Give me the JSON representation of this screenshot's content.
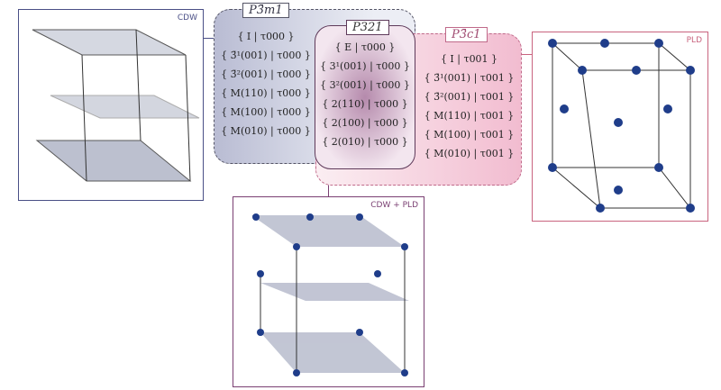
{
  "panels": {
    "cdw": "CDW",
    "pld": "PLD",
    "combined": "CDW + PLD"
  },
  "groups": [
    {
      "title": "P3̄m1",
      "ops": [
        "{ I | τ000 }",
        "{ 3̄¹(001) | τ000 }",
        "{ 3̄²(001) | τ000 }",
        "{ M(110) | τ000 }",
        "{ M(100) | τ000 }",
        "{ M(010) | τ000 }"
      ]
    },
    {
      "title": "P321",
      "ops": [
        "{ E | τ000 }",
        "{ 3¹(001) | τ000 }",
        "{ 3²(001) | τ000 }",
        "{ 2(110) | τ000 }",
        "{ 2(100) | τ000 }",
        "{ 2(010) | τ000 }"
      ]
    },
    {
      "title": "P3̄c1",
      "ops": [
        "{ I | τ001 }",
        "{ 3̄¹(001) | τ001 }",
        "{ 3̄²(001) | τ001 }",
        "{ M(110) | τ001 }",
        "{ M(100) | τ001 }",
        "{ M(010) | τ001 }"
      ]
    }
  ],
  "colors": {
    "cdw": "#4a4f86",
    "pld": "#c9647f",
    "combined": "#7a3f72"
  }
}
